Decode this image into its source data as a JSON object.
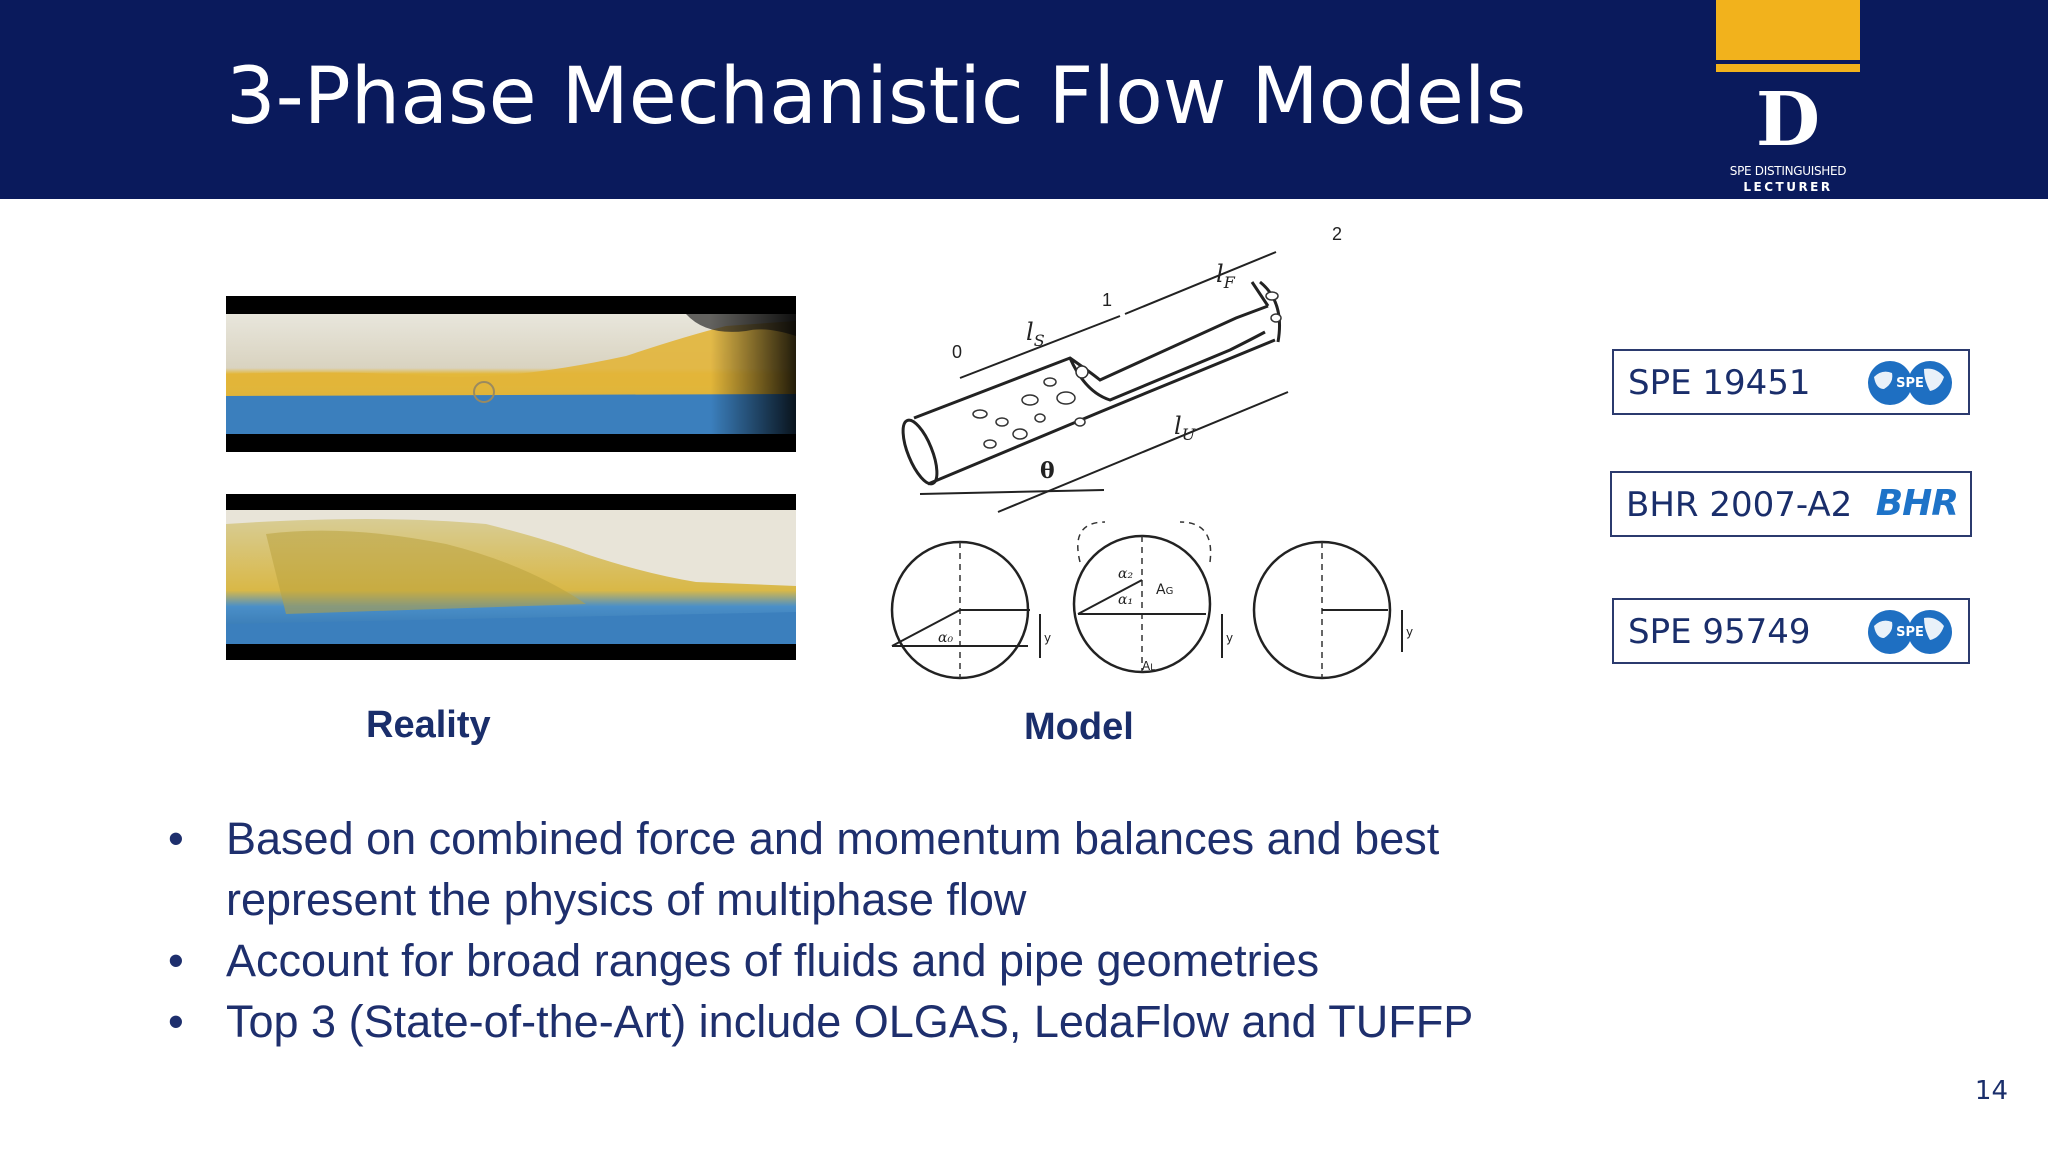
{
  "slide": {
    "title": "3-Phase Mechanistic Flow Models",
    "page_number": "14"
  },
  "logo": {
    "letter": "D",
    "line1": "SPE DISTINGUISHED",
    "line2": "LECTURER"
  },
  "figure": {
    "reality_caption": "Reality",
    "model_caption": "Model",
    "diagram_labels": {
      "p0": "0",
      "p1": "1",
      "p2": "2",
      "ls": "l",
      "ls_sub": "S",
      "lf": "l",
      "lf_sub": "F",
      "lu": "l",
      "lu_sub": "U",
      "theta": "θ",
      "alpha0": "α₀",
      "alpha1": "α₁",
      "alpha2": "α₂",
      "ag": "A",
      "ag_sub": "G",
      "al": "A",
      "al_sub": "L",
      "y": "y"
    }
  },
  "references": [
    {
      "label": "SPE 19451",
      "icon": "spe-international-globe-icon"
    },
    {
      "label": "BHR 2007-A2",
      "icon_text": "BHR"
    },
    {
      "label": "SPE 95749",
      "icon": "spe-international-globe-icon"
    }
  ],
  "spe_icon_text": "SPE",
  "bullets": [
    "Based on combined force and momentum balances and best represent the physics of multiphase flow",
    "Account for broad ranges of fluids and pipe geometries",
    "Top 3 (State-of-the-Art) include OLGAS, LedaFlow and TUFFP"
  ],
  "bullet_symbol": "•",
  "colors": {
    "header_bg": "#0a1a5c",
    "gold": "#f2b21c",
    "text_navy": "#1e2f6d",
    "bhr_blue": "#1e73c8"
  }
}
